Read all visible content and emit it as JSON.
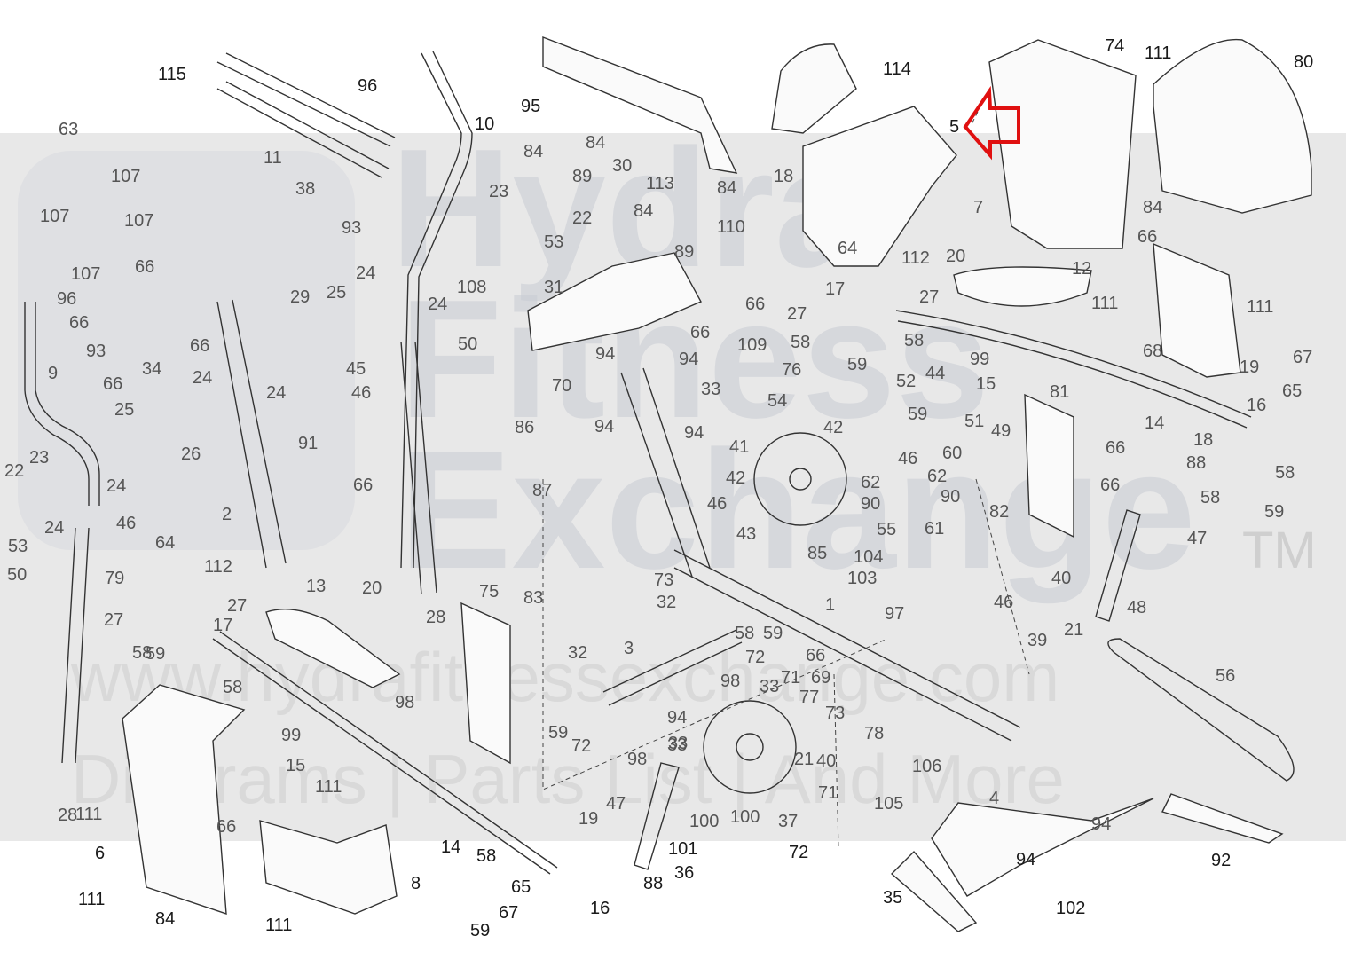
{
  "diagram": {
    "type": "exploded-parts-diagram",
    "subject": "elliptical trainer assembly",
    "highlight": {
      "part": "5",
      "color": "#e01010",
      "indicator": "red-outline-arrow"
    },
    "watermark": {
      "brand_lines": [
        "Hydra",
        "Fitness",
        "Exchange"
      ],
      "trademark": "TM",
      "url": "www.hydrafitnessexchange.com",
      "tagline": "Diagrams | Parts List | And More"
    },
    "colors": {
      "band": "#e8e8e8",
      "line": "#333333",
      "label": "#1a1a1a",
      "highlight": "#e01010"
    },
    "callouts": [
      "115",
      "63",
      "107",
      "107",
      "107",
      "107",
      "11",
      "96",
      "10",
      "95",
      "84",
      "84",
      "89",
      "30",
      "113",
      "84",
      "84",
      "89",
      "114",
      "18",
      "5",
      "74",
      "111",
      "80",
      "7",
      "84",
      "110",
      "64",
      "112",
      "20",
      "12",
      "17",
      "27",
      "27",
      "66",
      "109",
      "66",
      "66",
      "111",
      "111",
      "68",
      "38",
      "93",
      "96",
      "66",
      "66",
      "93",
      "66",
      "34",
      "66",
      "29",
      "25",
      "24",
      "24",
      "24",
      "108",
      "23",
      "22",
      "53",
      "31",
      "45",
      "46",
      "50",
      "9",
      "79",
      "25",
      "26",
      "24",
      "24",
      "23",
      "22",
      "53",
      "24",
      "46",
      "50",
      "91",
      "66",
      "2",
      "94",
      "94",
      "70",
      "33",
      "94",
      "94",
      "86",
      "87",
      "41",
      "42",
      "42",
      "46",
      "43",
      "85",
      "76",
      "54",
      "52",
      "58",
      "58",
      "59",
      "44",
      "51",
      "59",
      "49",
      "60",
      "46",
      "62",
      "62",
      "90",
      "90",
      "55",
      "61",
      "99",
      "15",
      "81",
      "66",
      "82",
      "66",
      "14",
      "19",
      "67",
      "65",
      "16",
      "18",
      "88",
      "58",
      "58",
      "59",
      "47",
      "40",
      "21",
      "48",
      "64",
      "112",
      "27",
      "17",
      "27",
      "58",
      "59",
      "58",
      "13",
      "20",
      "28",
      "75",
      "83",
      "98",
      "73",
      "32",
      "3",
      "32",
      "58",
      "59",
      "72",
      "98",
      "59",
      "72",
      "98",
      "94",
      "33",
      "104",
      "103",
      "1",
      "97",
      "46",
      "39",
      "66",
      "69",
      "71",
      "33",
      "77",
      "73",
      "78",
      "21",
      "40",
      "71",
      "33",
      "100",
      "101",
      "100",
      "37",
      "106",
      "105",
      "56",
      "99",
      "15",
      "111",
      "28",
      "6",
      "111",
      "84",
      "111",
      "66",
      "111",
      "8",
      "14",
      "19",
      "47",
      "58",
      "59",
      "65",
      "67",
      "16",
      "88",
      "36",
      "72",
      "4",
      "94",
      "94",
      "102",
      "92",
      "35"
    ]
  }
}
